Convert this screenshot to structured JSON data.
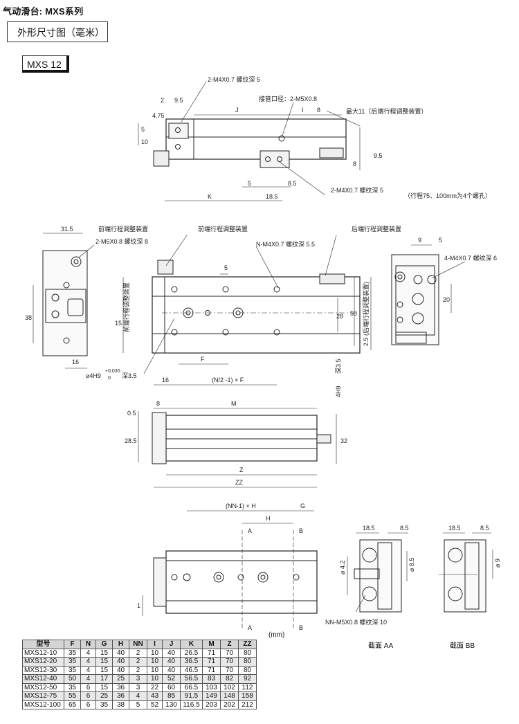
{
  "header": {
    "title": "气动滑台: MXS系列",
    "dims_label": "外形尺寸图（毫米）",
    "model": "MXS 12"
  },
  "top_view": {
    "note_threaded": "2-M4X0.7 螺纹深 5",
    "note_port": "接管口径：2-M5X0.8",
    "note_adjust": "最大11（后端行程调整装置）",
    "note_bottom_thread": "2-M4X0.7 螺纹深  5",
    "note_stroke": "（行程75、100mm为4个螺孔）",
    "dim_2": "2",
    "dim_9_5": "9.5",
    "dim_4_75": "4.75",
    "dim_J": "J",
    "dim_I": "I",
    "dim_8": "8",
    "dim_5": "5",
    "dim_10": "10",
    "dim_9_5_right": "9.5",
    "dim_8_right": "8",
    "dim_5_bottom": "5",
    "dim_8_5": "8.5",
    "dim_K": "K",
    "dim_18_5": "18.5"
  },
  "plan_view": {
    "dim_31_5": "31.5",
    "note_front_adjust": "前端行程调整装置",
    "note_m5": "2-M5X0.8 螺纹深 8",
    "note_front_adjust_2": "前端行程调整装置",
    "note_nm4": "N-M4X0.7 螺纹深 5.5",
    "note_rear_adjust": "后端行程调整装置",
    "dim_38": "38",
    "dim_16": "16",
    "dim_15": "15",
    "dim_5": "5",
    "dim_F": "F",
    "dim_16_b": "16",
    "note_bore": "⌀4H9",
    "note_bore_tol_top": "+0.030",
    "note_bore_tol_bottom": "0",
    "note_bore_depth": "深3.5",
    "note_n2": "(N/2 -1) × F",
    "dim_28": "28",
    "dim_50": "50",
    "note_rear_2_5": "2.5 (后端行程调整装置)",
    "note_4h9": "4H9",
    "note_4h9_depth": "深3.5",
    "side_label_front": "前端行程调整装置"
  },
  "end_view": {
    "dim_9": "9",
    "dim_5": "5",
    "note_m4": "4-M4X0.7 螺纹深 6",
    "dim_20": "20"
  },
  "side_view": {
    "dim_8": "8",
    "dim_M": "M",
    "dim_0_5": "0.5",
    "dim_28_5": "28.5",
    "dim_32": "32",
    "dim_Z": "Z",
    "dim_ZZ": "ZZ"
  },
  "bottom_view": {
    "dim_nnh": "(NN-1) × H",
    "dim_G": "G",
    "dim_H": "H",
    "label_A": "A",
    "label_B": "B",
    "label_A2": "A",
    "label_B2": "B",
    "dim_1": "1"
  },
  "sections": {
    "dim_18_5": "18.5",
    "dim_8_5": "8.5",
    "dim_4_2": "⌀ 4.2",
    "dim_8_5_v": "⌀ 8.5",
    "dim_9_v": "⌀ 9",
    "dim_18_5_b": "18.5",
    "dim_8_5_b": "8.5",
    "note_nn": "NN-M5X0.8 螺纹深 10",
    "caption_aa": "截面 AA",
    "caption_bb": "截面 BB"
  },
  "table": {
    "unit": "(mm)",
    "headers": [
      "型号",
      "F",
      "N",
      "G",
      "H",
      "NN",
      "I",
      "J",
      "K",
      "M",
      "Z",
      "ZZ"
    ],
    "rows": [
      [
        "MXS12-10",
        "35",
        "4",
        "15",
        "40",
        "2",
        "10",
        "40",
        "26.5",
        "71",
        "70",
        "80"
      ],
      [
        "MXS12-20",
        "35",
        "4",
        "15",
        "40",
        "2",
        "10",
        "40",
        "36.5",
        "71",
        "70",
        "80"
      ],
      [
        "MXS12-30",
        "35",
        "4",
        "15",
        "40",
        "2",
        "10",
        "40",
        "46.5",
        "71",
        "70",
        "80"
      ],
      [
        "MXS12-40",
        "50",
        "4",
        "17",
        "25",
        "3",
        "10",
        "52",
        "56.5",
        "83",
        "82",
        "92"
      ],
      [
        "MXS12-50",
        "35",
        "6",
        "15",
        "36",
        "3",
        "22",
        "60",
        "66.5",
        "103",
        "102",
        "112"
      ],
      [
        "MXS12-75",
        "55",
        "6",
        "25",
        "36",
        "4",
        "43",
        "85",
        "91.5",
        "149",
        "148",
        "158"
      ],
      [
        "MXS12-100",
        "65",
        "6",
        "35",
        "38",
        "5",
        "52",
        "130",
        "116.5",
        "203",
        "202",
        "212"
      ]
    ]
  }
}
